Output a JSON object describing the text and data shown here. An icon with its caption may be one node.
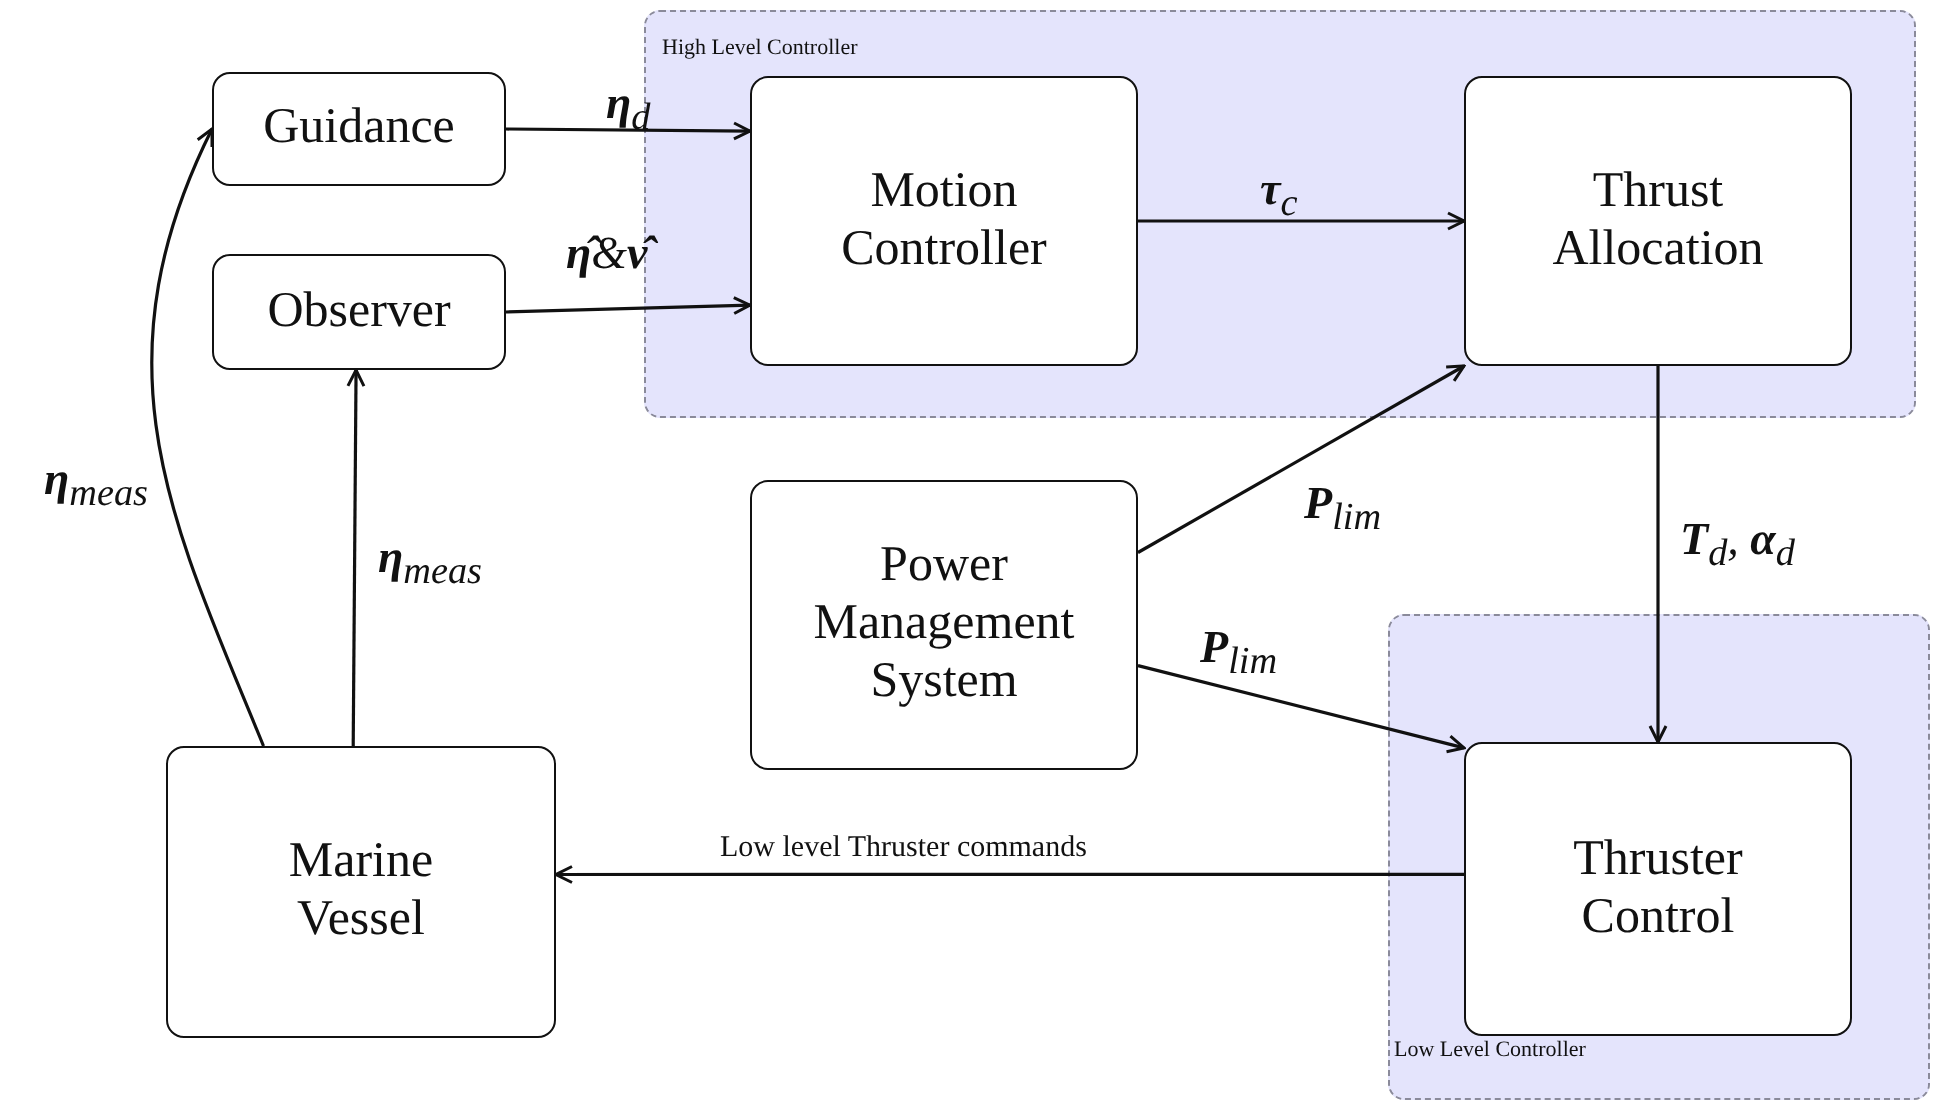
{
  "diagram": {
    "nodes": [
      {
        "text": [
          "High Level Controller"
        ]
      },
      {
        "text": [
          "Guidance"
        ]
      },
      {
        "text": [
          "Observer"
        ]
      },
      {
        "text": [
          "Motion Controller"
        ],
        "in": 0
      },
      {
        "text": [
          "Thrust Allocation"
        ],
        "in": 0
      },
      {
        "text": [
          "Power Management System"
        ]
      },
      {
        "text": [
          "Low Level Controller"
        ]
      },
      {
        "text": [
          "Marine Vessel"
        ]
      },
      {
        "text": [
          "Thruster Control"
        ],
        "in": 6
      }
    ],
    "edges": [
      {
        "from": 1,
        "to": 3,
        "arrow": "to",
        "label": "**η**$_{d}$"
      },
      {
        "from": 2,
        "to": 3,
        "arrow": "to",
        "label": "**η̂**&**ν̂**"
      },
      {
        "from": 3,
        "to": 4,
        "arrow": "to",
        "label": "**τ**$_{c}$"
      },
      {
        "from": 5,
        "to": 4,
        "arrow": "to",
        "label": "**P**$_{lim}$"
      },
      {
        "from": 5,
        "to": 8,
        "arrow": "to",
        "label": "**P**$_{lim}$"
      },
      {
        "from": 4,
        "to": 8,
        "arrow": "to",
        "label": "**T**$_{d}$, **α**$_{d}$"
      },
      {
        "from": 8,
        "to": 7,
        "arrow": "to",
        "label": "Low level Thruster commands"
      },
      {
        "from": 7,
        "to": 2,
        "arrow": "to",
        "label": "**η**$_{meas}$"
      },
      {
        "from": 7,
        "to": 1,
        "arrow": "to",
        "label": "**η**$_{meas}$"
      }
    ]
  }
}
